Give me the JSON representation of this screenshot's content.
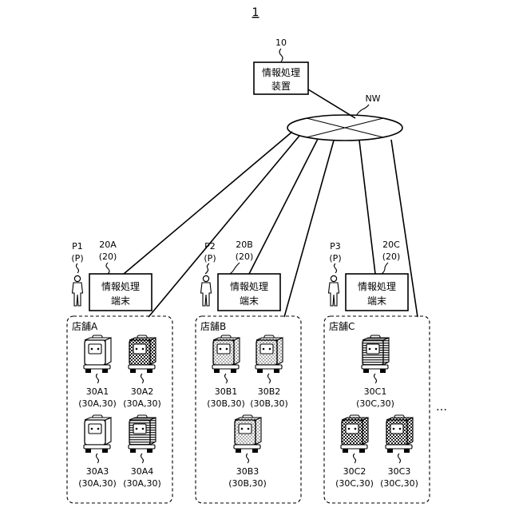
{
  "figure": {
    "number": "1"
  },
  "server": {
    "ref": "10",
    "line1": "情報処理",
    "line2": "装置"
  },
  "network": {
    "ref": "NW"
  },
  "terminals": [
    {
      "ref": "20A",
      "ref_paren": "(20)",
      "line1": "情報処理",
      "line2": "端末"
    },
    {
      "ref": "20B",
      "ref_paren": "(20)",
      "line1": "情報処理",
      "line2": "端末"
    },
    {
      "ref": "20C",
      "ref_paren": "(20)",
      "line1": "情報処理",
      "line2": "端末"
    }
  ],
  "persons": [
    {
      "ref": "P1",
      "ref_paren": "(P)"
    },
    {
      "ref": "P2",
      "ref_paren": "(P)"
    },
    {
      "ref": "P3",
      "ref_paren": "(P)"
    }
  ],
  "stores": [
    {
      "label": "店舗A"
    },
    {
      "label": "店舗B"
    },
    {
      "label": "店舗C"
    }
  ],
  "robots": [
    {
      "ref": "30A1",
      "ref_paren": "(30A,30)",
      "pattern": "plain"
    },
    {
      "ref": "30A2",
      "ref_paren": "(30A,30)",
      "pattern": "checker"
    },
    {
      "ref": "30A3",
      "ref_paren": "(30A,30)",
      "pattern": "plain"
    },
    {
      "ref": "30A4",
      "ref_paren": "(30A,30)",
      "pattern": "stripe"
    },
    {
      "ref": "30B1",
      "ref_paren": "(30B,30)",
      "pattern": "dots"
    },
    {
      "ref": "30B2",
      "ref_paren": "(30B,30)",
      "pattern": "dots"
    },
    {
      "ref": "30B3",
      "ref_paren": "(30B,30)",
      "pattern": "dots"
    },
    {
      "ref": "30C1",
      "ref_paren": "(30C,30)",
      "pattern": "stripe"
    },
    {
      "ref": "30C2",
      "ref_paren": "(30C,30)",
      "pattern": "checker"
    },
    {
      "ref": "30C3",
      "ref_paren": "(30C,30)",
      "pattern": "checker"
    }
  ],
  "more_indicator": "…"
}
